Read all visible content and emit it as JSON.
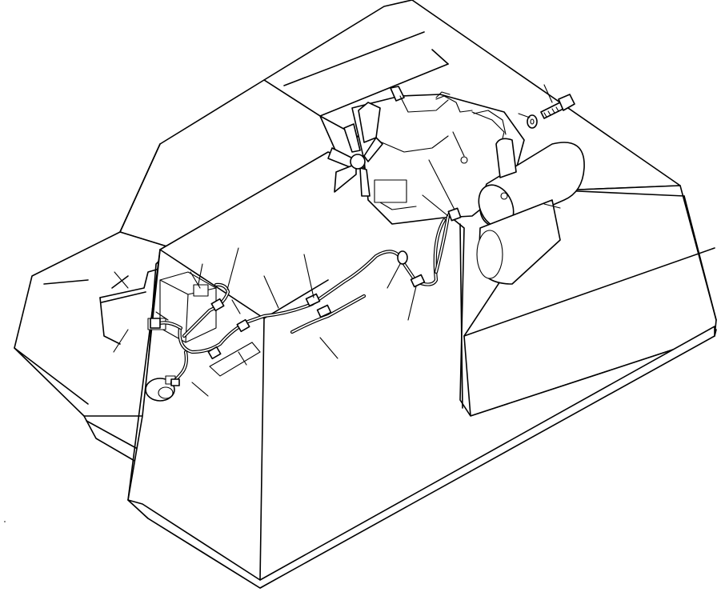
{
  "diagram": {
    "labels": []
  },
  "parts": {
    "machine_body": "machine-body",
    "engine_hood": "engine-hood",
    "engine": "engine",
    "muffler": "muffler",
    "fan": "cooling-fan",
    "wiring_harness": "wiring-harness",
    "horn": "horn",
    "battery_area": "battery-area",
    "bolt": "bolt",
    "washer": "washer",
    "clamps": "harness-clamps"
  },
  "colors": {
    "line": "#000000",
    "background": "#ffffff"
  }
}
